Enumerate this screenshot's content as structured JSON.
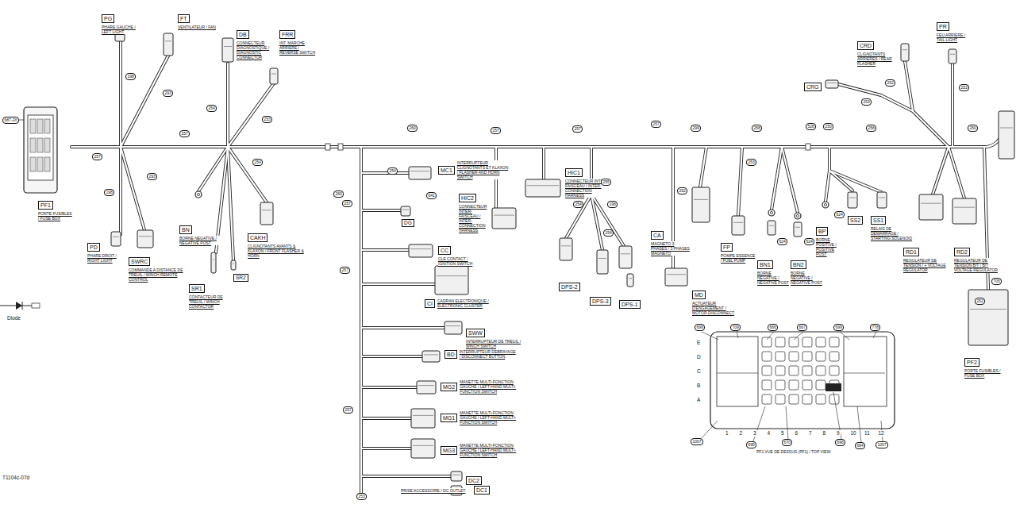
{
  "diagram": {
    "nodes": [
      {
        "text": [
          "PG",
          "PHARE GAUCHE / LEFT LIGHT"
        ]
      },
      {
        "text": [
          "FT",
          "VENTILATEUR / FAN"
        ]
      },
      {
        "text": [
          "DB",
          "CONNECTEUR DIAGNOSTIQUE / DIAGNOSTIC CONNECTOR"
        ]
      },
      {
        "text": [
          "FRR",
          "INT. MARCHE ARRIERE / REVERSE SWITCH"
        ]
      },
      {
        "text": [
          "PF1",
          "PORTE FUSIBLES / FUSE BOX"
        ]
      },
      {
        "text": [
          "PD",
          "PHARE DROIT / RIGHT LIGHT"
        ]
      },
      {
        "text": [
          "SWRC",
          "COMMANDE A DISTANCE DE TREUIL / WINCH REMOTE CONTROL"
        ]
      },
      {
        "text": [
          "BN",
          "BORNE NEGATIVE / NEGATIVE POST"
        ]
      },
      {
        "text": [
          "SR1",
          "CONTACTEUR DE TREUIL / WINCH CONTACTOR"
        ]
      },
      {
        "text": [
          "CAKH",
          "CLIGNOTANTS AVANTS & KLAXON / FRONT FLASHER & HORN"
        ]
      },
      {
        "text": [
          "MC1",
          "INTERRUPTEUR CLIGNOTANTS ET KLAXON / FLASHER AND HORN SWITCH"
        ]
      },
      {
        "text": [
          "CC",
          "CLE CONTACT / IGNITION SWITCH"
        ]
      },
      {
        "text": [
          "CI",
          "CADRAN ELECTRONIQUE / ELECTRONIC CLUSTER"
        ]
      },
      {
        "text": [
          "SWW",
          "INTERRUPTEUR DE TREUIL / WINCH SWITCH"
        ]
      },
      {
        "text": [
          "BD",
          "INTERRUPTEUR DEBRAYAGE / DISCONNECT BUTTON"
        ]
      },
      {
        "text": [
          "MG2",
          "MANETTE MULTI-FONCTION GAUCHE / LEFT-HAND MULTI-FUNCTION SWITCH"
        ]
      },
      {
        "text": [
          "MG1",
          "MANETTE MULTI-FONCTION GAUCHE / LEFT-HAND MULTI-FUNCTION SWITCH"
        ]
      },
      {
        "text": [
          "MG3",
          "MANETTE MULTI-FONCTION GAUCHE / LEFT-HAND MULTI-FUNCTION SWITCH"
        ]
      },
      {
        "text": [
          "DC2"
        ]
      },
      {
        "text": [
          "DC1",
          "PRISE ACCESSOIRE / DC OUTLET"
        ]
      },
      {
        "text": [
          "HIC2",
          "CONNECTEUR INTER-FAISCEAU / INTER-CONNECTION HARNESS"
        ]
      },
      {
        "text": [
          "HIC1",
          "CONNECTEUR INTER-FAISCEAU / INTER-CONNECTION HARNESS"
        ]
      },
      {
        "text": [
          "DPS-2"
        ]
      },
      {
        "text": [
          "DPS-3"
        ]
      },
      {
        "text": [
          "DPS-1"
        ]
      },
      {
        "text": [
          "MD",
          "ACTUATEUR D'ENGAGEMENT / MOTOR DISCONNECT"
        ]
      },
      {
        "text": [
          "CA",
          "MAGNETO 3 PHASES / 3 PHASES MAGNETO"
        ]
      },
      {
        "text": [
          "FP",
          "POMPE ESSENCE / FUEL PUMP"
        ]
      },
      {
        "text": [
          "BN1",
          "BORNE NEGATIVE / NEGATIVE POST"
        ]
      },
      {
        "text": [
          "BN2",
          "BORNE NEGATIVE / NEGATIVE POST"
        ]
      },
      {
        "text": [
          "BP",
          "BORNE POSITIVE / POSITIVE POST"
        ]
      },
      {
        "text": [
          "SS2"
        ]
      },
      {
        "text": [
          "SS1",
          "RELAIS DE DEMARRAGE / STARTING SOLENOID"
        ]
      },
      {
        "text": [
          "RD1",
          "REGULATEUR DE TENSION / + VOLTAGE REGULATOR"
        ]
      },
      {
        "text": [
          "RD2",
          "REGULATEUR DE TENSION B/T / B/T VOLTAGE REGULATOR"
        ]
      },
      {
        "text": [
          "PF2",
          "PORTE FUSIBLES / FUSE BOX"
        ]
      },
      {
        "text": [
          "CRD",
          "CLIGNOTANTS ARRIERES / REAR FLASHER"
        ]
      },
      {
        "text": [
          "CRG"
        ]
      },
      {
        "text": [
          "PR",
          "FEU ARRIERE / TAIL LIGHT"
        ]
      }
    ],
    "labels": [
      "687-2X",
      "257",
      "198",
      "293",
      "198",
      "293",
      "254",
      "253",
      "257",
      "254",
      "260",
      "257",
      "257",
      "257",
      "260",
      "257",
      "254",
      "257",
      "257",
      "253",
      "299",
      "258",
      "528",
      "250",
      "258",
      "250",
      "252",
      "253",
      "253",
      "253",
      "252",
      "255",
      "254",
      "198",
      "254",
      "705",
      "252",
      "624",
      "624",
      "624",
      "DG",
      "641",
      "SR2",
      "Diode",
      "T1104c-07d",
      "E",
      "D",
      "C",
      "B",
      "A",
      "1",
      "2",
      "3",
      "4",
      "5",
      "6",
      "7",
      "8",
      "9",
      "10",
      "11",
      "12",
      "699",
      "709",
      "666",
      "667",
      "699",
      "778",
      "1007",
      "695",
      "670",
      "696",
      "684",
      "1007",
      "PF1 VUE DE DESSUS (PF1) / TOP VIEW"
    ]
  }
}
